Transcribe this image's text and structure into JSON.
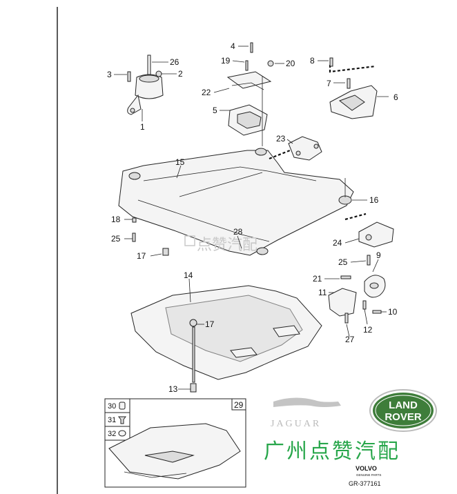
{
  "callouts": [
    {
      "n": "1"
    },
    {
      "n": "2"
    },
    {
      "n": "3"
    },
    {
      "n": "4"
    },
    {
      "n": "5"
    },
    {
      "n": "6"
    },
    {
      "n": "7"
    },
    {
      "n": "8"
    },
    {
      "n": "9"
    },
    {
      "n": "10"
    },
    {
      "n": "11"
    },
    {
      "n": "12"
    },
    {
      "n": "13"
    },
    {
      "n": "14"
    },
    {
      "n": "15"
    },
    {
      "n": "16"
    },
    {
      "n": "17"
    },
    {
      "n": "17"
    },
    {
      "n": "18"
    },
    {
      "n": "19"
    },
    {
      "n": "20"
    },
    {
      "n": "21"
    },
    {
      "n": "22"
    },
    {
      "n": "23"
    },
    {
      "n": "24"
    },
    {
      "n": "25"
    },
    {
      "n": "25"
    },
    {
      "n": "26"
    },
    {
      "n": "27"
    },
    {
      "n": "28"
    }
  ],
  "inset": {
    "frame_label": "29",
    "legend": [
      "30",
      "31",
      "32"
    ]
  },
  "watermark": {
    "center_text": "点赞汽配",
    "right_text": "广州点赞汽配"
  },
  "brand": {
    "jaguar": "JAGUAR",
    "land_rover_line1": "LAND",
    "land_rover_line2": "ROVER",
    "volvo": "VOLVO",
    "volvo_sub": "GENUINE PARTS",
    "ref": "GR-377161",
    "land_rover_green": "#3e7d3a",
    "watermark_green": "#27a64a"
  }
}
